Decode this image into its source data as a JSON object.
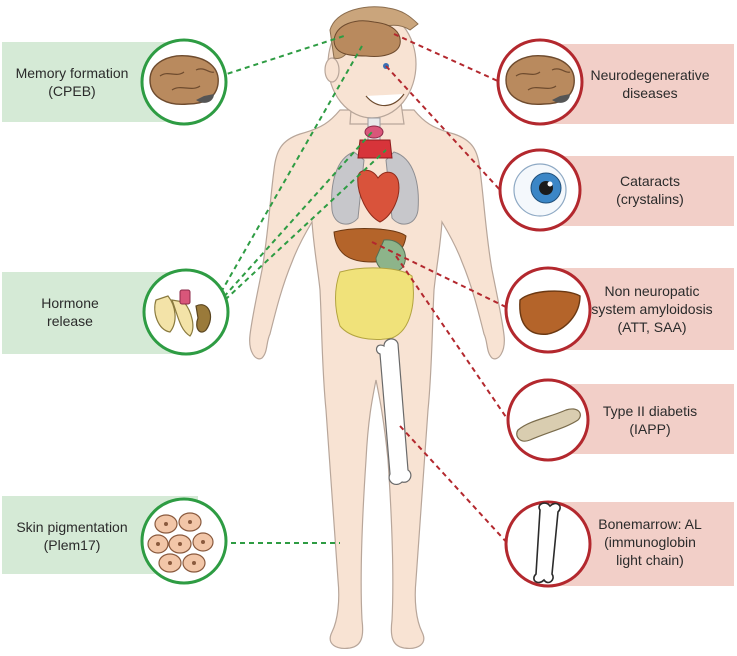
{
  "functional": [
    {
      "id": "memory",
      "lines": [
        "Memory formation",
        "(CPEB)"
      ],
      "icon": "brain-icon"
    },
    {
      "id": "hormone",
      "lines": [
        "Hormone",
        "release"
      ],
      "icon": "glands-icon"
    },
    {
      "id": "skin",
      "lines": [
        "Skin pigmentation",
        "(Plem17)"
      ],
      "icon": "skin-cells-icon"
    }
  ],
  "disease": [
    {
      "id": "neuro",
      "lines": [
        "Neurodegenerative",
        "diseases"
      ],
      "icon": "brain-icon"
    },
    {
      "id": "cataracts",
      "lines": [
        "Cataracts",
        "(crystalins)"
      ],
      "icon": "eye-icon"
    },
    {
      "id": "amyloid",
      "lines": [
        "Non neuropatic",
        "system amyloidosis",
        "(ATT, SAA)"
      ],
      "icon": "liver-icon"
    },
    {
      "id": "diabetes",
      "lines": [
        "Type II diabetis",
        "(IAPP)"
      ],
      "icon": "pancreas-icon"
    },
    {
      "id": "bone",
      "lines": [
        "Bonemarrow: AL",
        "(immunoglobin",
        "light chain)"
      ],
      "icon": "bone-icon"
    }
  ],
  "colors": {
    "functional_fill": "#d5ead6",
    "functional_ring": "#2e9c43",
    "functional_line": "#2e9c43",
    "disease_fill": "#f2cfc8",
    "disease_ring": "#b3282e",
    "disease_line": "#b3282e",
    "skin": "#f8e3d3",
    "skin_stroke": "#b8a69a"
  }
}
